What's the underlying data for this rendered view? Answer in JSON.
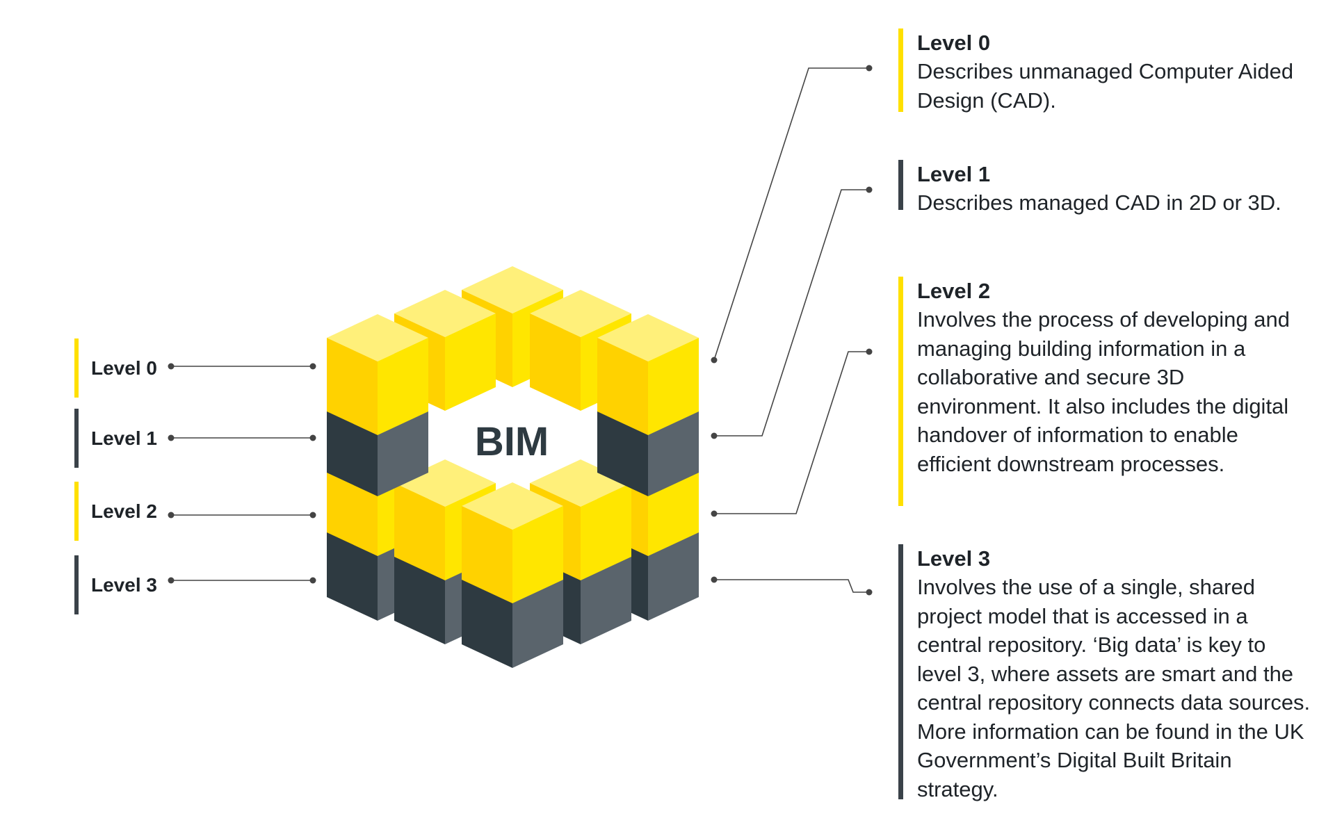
{
  "center_label": "BIM",
  "left_labels": [
    {
      "label": "Level 0",
      "accent": "#ffe000"
    },
    {
      "label": "Level 1",
      "accent": "#3a4249"
    },
    {
      "label": "Level 2",
      "accent": "#ffe000"
    },
    {
      "label": "Level 3",
      "accent": "#3a4249"
    }
  ],
  "descriptions": [
    {
      "title": "Level 0",
      "body": "Describes unmanaged Computer Aided Design (CAD).",
      "accent": "#ffe000"
    },
    {
      "title": "Level 1",
      "body": "Describes managed CAD in 2D or 3D.",
      "accent": "#3a4249"
    },
    {
      "title": "Level 2",
      "body": "Involves the process of developing and managing building information in a collaborative and secure 3D environment. It also includes the digital handover of information to enable efficient downstream processes.",
      "accent": "#ffe000"
    },
    {
      "title": "Level 3",
      "body": "Involves the use of a single, shared project model that is accessed in a central repository. ‘Big data’ is key to level 3, where assets are smart and the central repository connects data sources. More information can be found in the UK Government’s Digital Built Britain strategy.",
      "accent": "#3a4249"
    }
  ],
  "colors": {
    "yellow_left": "#ffd200",
    "yellow_right": "#ffe600",
    "yellow_top": "#fff07a",
    "dark_left": "#2e3a41",
    "dark_right": "#5a646c",
    "dark_top": "#c4c1b8",
    "connector": "#444444"
  }
}
